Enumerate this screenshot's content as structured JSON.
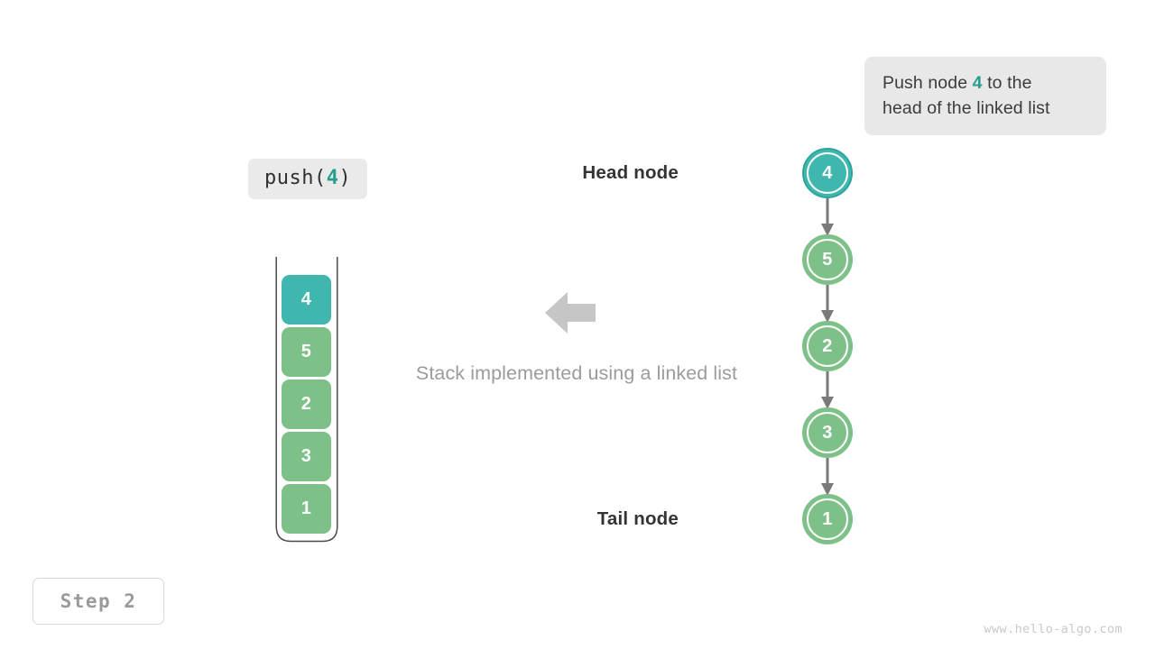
{
  "page": {
    "background": "#ffffff",
    "watermark": "www.hello-algo.com"
  },
  "annotation": {
    "name": "push-annotation",
    "text_before": "Push node ",
    "accent_value": "4",
    "text_after": " to the",
    "line2": "head of the linked list",
    "background": "#e8e8e8",
    "accent_color": "#2a9d8f"
  },
  "operation": {
    "name": "push-call",
    "fn": "push(",
    "arg": "4",
    "close": ")",
    "accent_color": "#2a9d8f"
  },
  "step": {
    "label": "Step  2"
  },
  "caption": {
    "text": "Stack implemented using a linked list"
  },
  "flow_arrow": {
    "direction": "left",
    "color": "#c6c6c6"
  },
  "stack": {
    "title": "stack-container",
    "wall_color": "#444444",
    "highlight_color": "#3fb7ae",
    "normal_color": "#7ec188",
    "cells": [
      {
        "value": "4",
        "color": "#3fb7ae",
        "highlighted": true
      },
      {
        "value": "5",
        "color": "#7ec188",
        "highlighted": false
      },
      {
        "value": "2",
        "color": "#7ec188",
        "highlighted": false
      },
      {
        "value": "3",
        "color": "#7ec188",
        "highlighted": false
      },
      {
        "value": "1",
        "color": "#7ec188",
        "highlighted": false
      }
    ]
  },
  "linked_list": {
    "arrow_color": "#7a7a7a",
    "head_label": "Head node",
    "tail_label": "Tail node",
    "nodes": [
      {
        "value": "4",
        "color": "#3fb7ae",
        "border": "#2ba59d",
        "label": "Head node",
        "highlighted": true
      },
      {
        "value": "5",
        "color": "#7ec188",
        "border": "#7ec188",
        "label": "",
        "highlighted": false
      },
      {
        "value": "2",
        "color": "#7ec188",
        "border": "#7ec188",
        "label": "",
        "highlighted": false
      },
      {
        "value": "3",
        "color": "#7ec188",
        "border": "#7ec188",
        "label": "",
        "highlighted": false
      },
      {
        "value": "1",
        "color": "#7ec188",
        "border": "#7ec188",
        "label": "Tail node",
        "highlighted": false
      }
    ]
  }
}
